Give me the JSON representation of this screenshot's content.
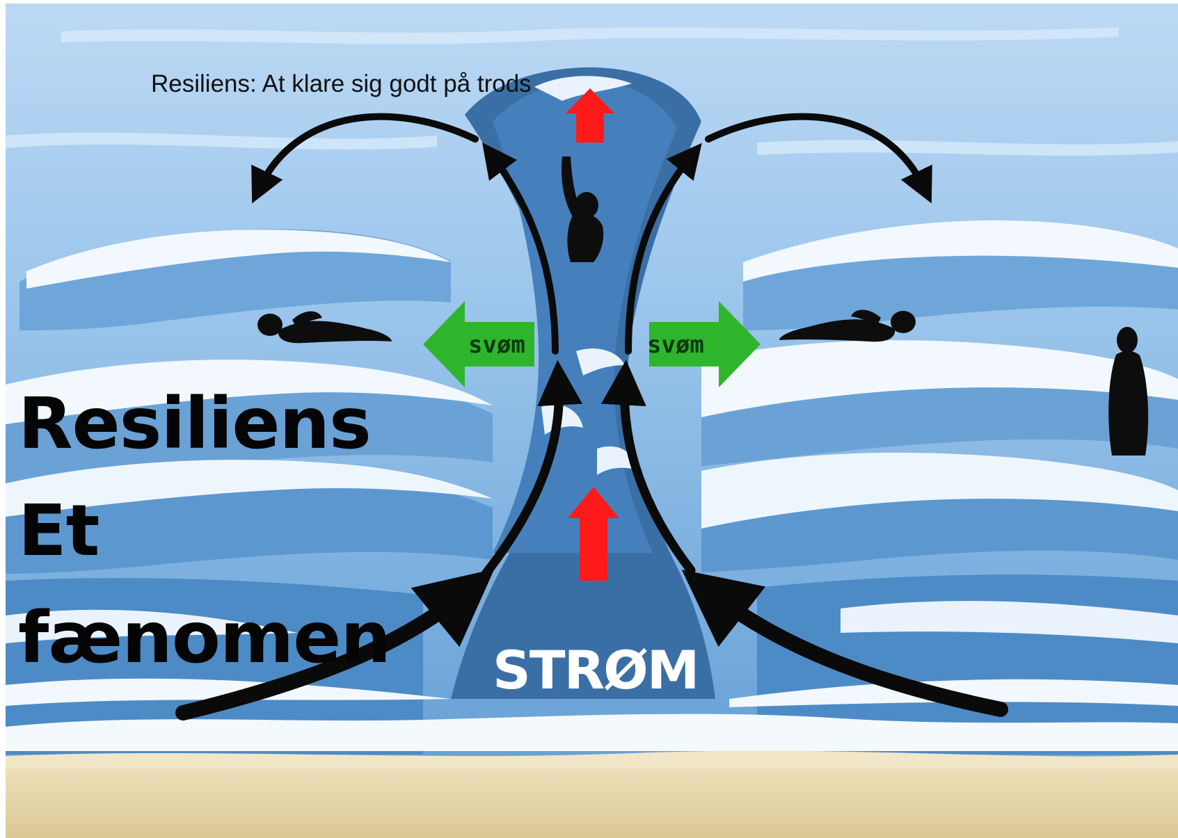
{
  "subtitle": "Resiliens: At klare sig godt på trods",
  "title_lines": [
    "Resiliens",
    "Et",
    "fænomen"
  ],
  "diagram": {
    "current_label": "STRØM",
    "swim_left_label": "svøm",
    "swim_right_label": "svøm"
  },
  "colors": {
    "sky": "#a9cdef",
    "water": "#4f8fcb",
    "rip_current": "#3a6fa6",
    "foam": "#eef6fd",
    "sand": "#eadbb0",
    "arrow_black": "#0a0a0a",
    "arrow_red": "#ff1a1a",
    "arrow_green": "#2fb52b"
  }
}
